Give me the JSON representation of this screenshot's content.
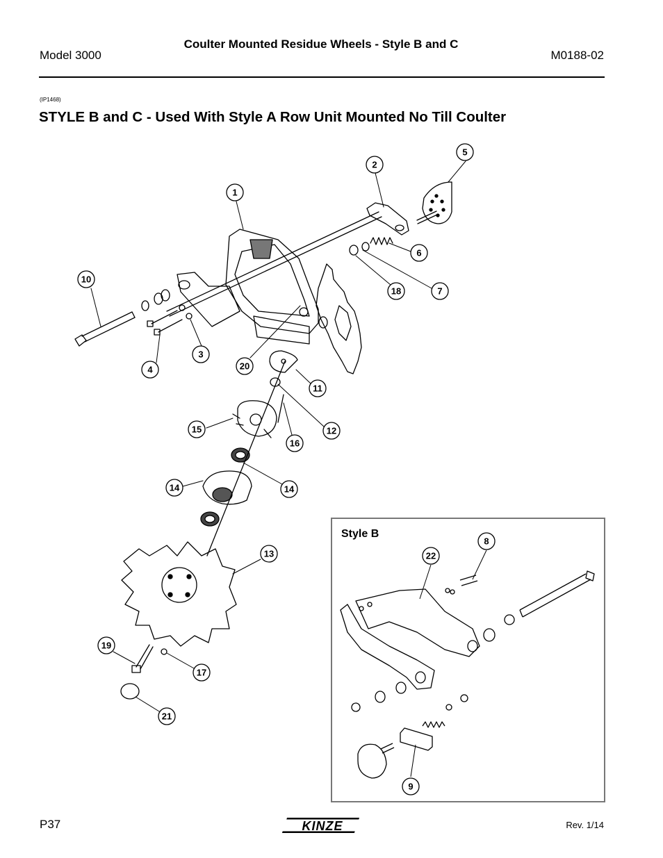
{
  "header": {
    "model": "Model 3000",
    "title": "Coulter Mounted Residue Wheels - Style B and C",
    "doc_number": "M0188-02"
  },
  "figure": {
    "code": "(IP1468)",
    "heading": "STYLE B and C - Used With Style A Row Unit Mounted No Till Coulter",
    "inset_title": "Style B",
    "callouts": [
      "1",
      "2",
      "3",
      "4",
      "5",
      "6",
      "7",
      "8",
      "9",
      "10",
      "11",
      "12",
      "13",
      "14",
      "14",
      "15",
      "16",
      "17",
      "18",
      "19",
      "20",
      "21",
      "22"
    ]
  },
  "footer": {
    "page": "P37",
    "logo_text": "KINZE",
    "revision": "Rev. 1/14"
  }
}
